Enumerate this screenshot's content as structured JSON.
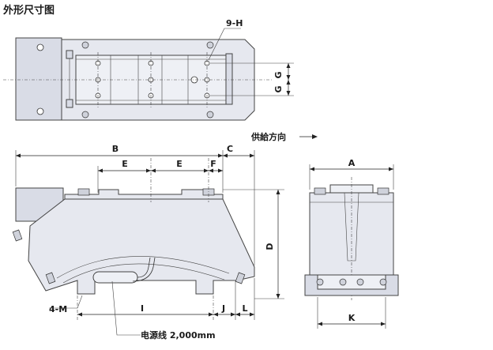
{
  "title": "外形尺寸图",
  "labels": {
    "holes": "9-H",
    "g1": "G",
    "g2": "G",
    "feed": "供給方向",
    "b": "B",
    "c": "C",
    "e1": "E",
    "e2": "E",
    "f": "F",
    "d": "D",
    "m": "4-M",
    "i": "I",
    "j": "J",
    "l": "L",
    "a": "A",
    "k": "K",
    "cable": "电源线  2,000mm"
  },
  "colors": {
    "body_fill": "#e6e8ef",
    "outline": "#444444",
    "text": "#1a1a1a"
  }
}
